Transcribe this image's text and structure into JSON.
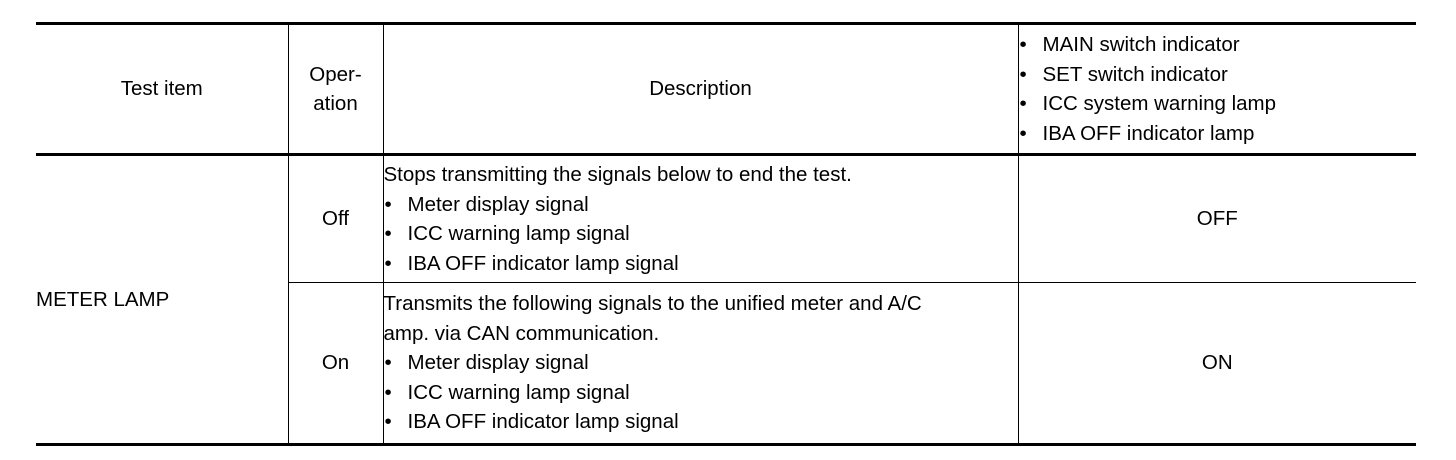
{
  "table": {
    "header": {
      "test_item": "Test item",
      "operation_line1": "Oper-",
      "operation_line2": "ation",
      "description": "Description",
      "indicators": [
        "MAIN switch indicator",
        "SET switch indicator",
        "ICC system warning lamp",
        "IBA OFF indicator lamp"
      ]
    },
    "test_item_value": "METER LAMP",
    "rows": [
      {
        "operation": "Off",
        "description_intro": "Stops transmitting the signals below to end the test.",
        "signals": [
          "Meter display signal",
          "ICC warning lamp signal",
          "IBA OFF indicator lamp signal"
        ],
        "result": "OFF"
      },
      {
        "operation": "On",
        "description_intro_line1": "Transmits the following signals to the unified meter and A/C",
        "description_intro_line2": "amp. via CAN communication.",
        "signals": [
          "Meter display signal",
          "ICC warning lamp signal",
          "IBA OFF indicator lamp signal"
        ],
        "result": "ON"
      }
    ],
    "bullet_glyph": "•"
  }
}
